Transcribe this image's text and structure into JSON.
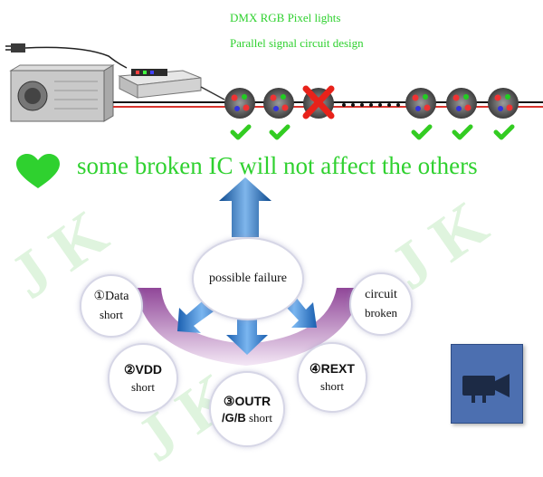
{
  "header": {
    "title": "DMX RGB Pixel lights",
    "subtitle": "Parallel signal circuit design"
  },
  "headline": "some broken IC will not affect the others",
  "watermark": "J K",
  "center_label": "possible failure",
  "failures": [
    {
      "line1": "①Data",
      "line2": "short"
    },
    {
      "line1": "②VDD",
      "line2": "short"
    },
    {
      "line1": "③OUTR",
      "line2": "/G/B",
      "line3": "short"
    },
    {
      "line1": "④REXT",
      "line2": "short"
    },
    {
      "line1": "circuit",
      "line2": "broken"
    }
  ],
  "colors": {
    "accent_green": "#2fd12f",
    "check_green": "#33cc22",
    "arrow_blue": "#1e66b8",
    "purple_band": "#8a3d93",
    "camera_blue": "#4c6fb0",
    "fail_red": "#e8221a"
  },
  "icons": [
    "heart-icon",
    "check-icon",
    "x-mark-icon",
    "arrow-up-icon",
    "video-camera-icon"
  ]
}
